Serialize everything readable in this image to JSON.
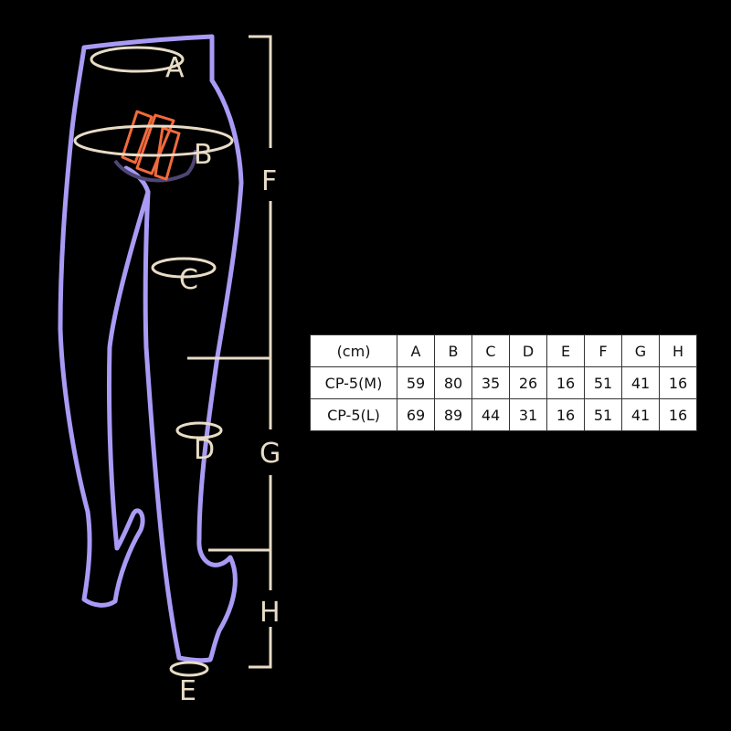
{
  "colors": {
    "background": "#000000",
    "outline": "#A99BF5",
    "measure": "#E8DCC6",
    "crotch_patch": "#F26A3C",
    "crotch_curve": "#4F4674"
  },
  "labels": {
    "A": "A",
    "B": "B",
    "C": "C",
    "D": "D",
    "E": "E",
    "F": "F",
    "G": "G",
    "H": "H"
  },
  "size_table": {
    "header": [
      "(cm)",
      "A",
      "B",
      "C",
      "D",
      "E",
      "F",
      "G",
      "H"
    ],
    "rows": [
      [
        "CP-5(M)",
        "59",
        "80",
        "35",
        "26",
        "16",
        "51",
        "41",
        "16"
      ],
      [
        "CP-5(L)",
        "69",
        "89",
        "44",
        "31",
        "16",
        "51",
        "41",
        "16"
      ]
    ]
  }
}
